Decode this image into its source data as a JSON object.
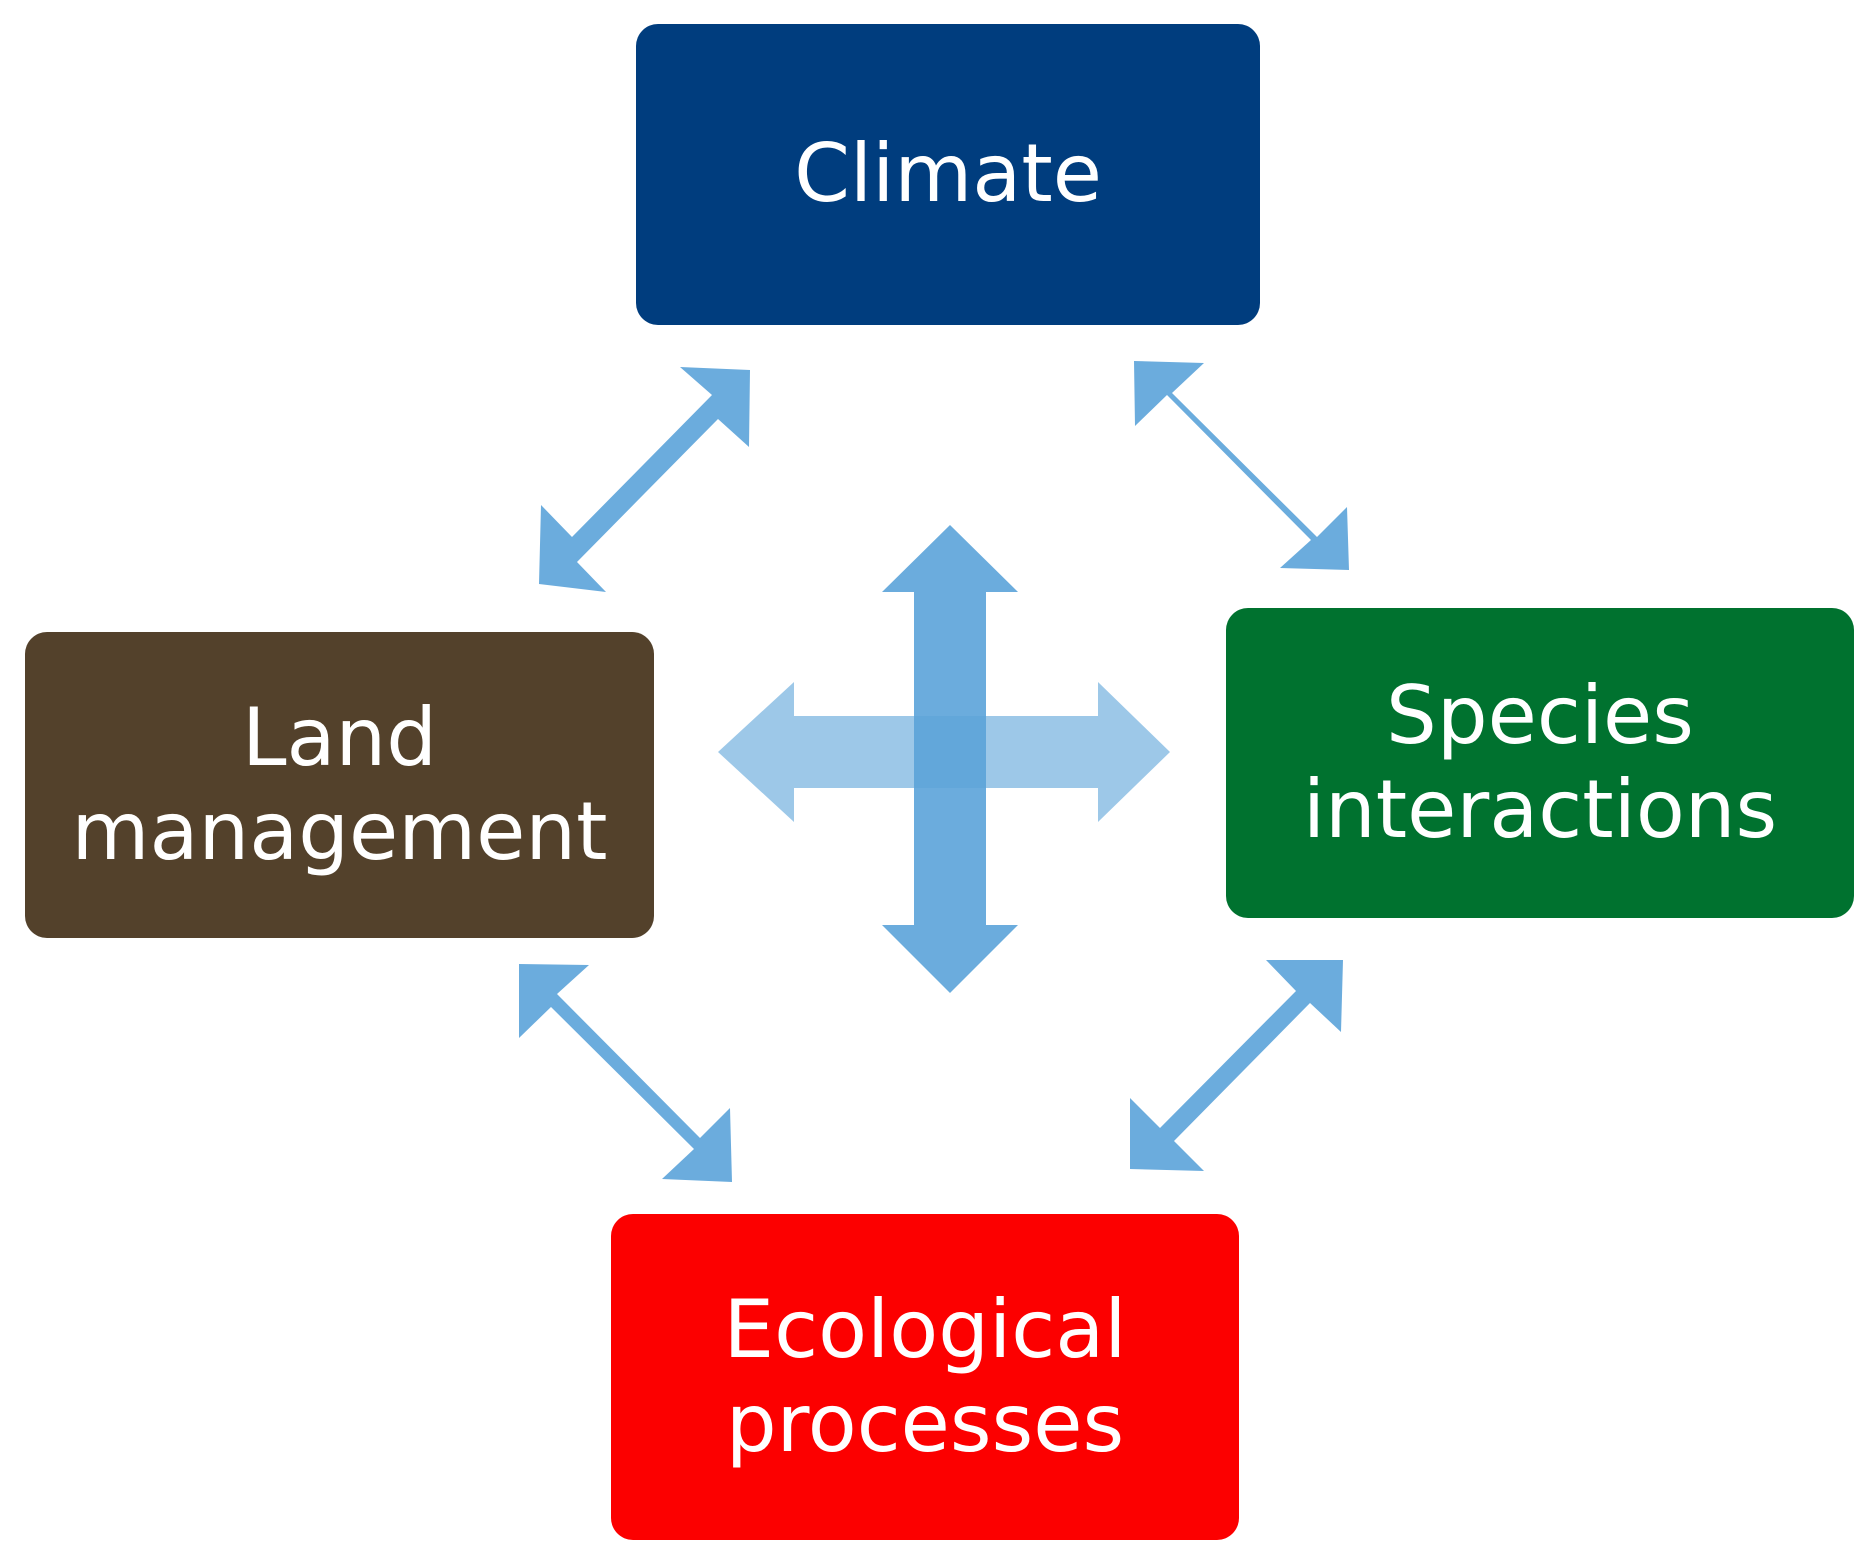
{
  "nodes": {
    "climate": {
      "label": "Climate",
      "color": "#003d7e"
    },
    "land": {
      "label_line1": "Land",
      "label_line2": "management",
      "color": "#53412b"
    },
    "species": {
      "label_line1": "Species",
      "label_line2": "interactions",
      "color": "#00722f"
    },
    "ecological": {
      "label_line1": "Ecological",
      "label_line2": "processes",
      "color": "#fc0000"
    }
  },
  "edges": [
    {
      "from": "climate",
      "to": "land",
      "direction": "both"
    },
    {
      "from": "climate",
      "to": "species",
      "direction": "both"
    },
    {
      "from": "land",
      "to": "ecological",
      "direction": "both"
    },
    {
      "from": "species",
      "to": "ecological",
      "direction": "both"
    },
    {
      "from": "climate",
      "to": "ecological",
      "direction": "both"
    },
    {
      "from": "land",
      "to": "species",
      "direction": "both"
    }
  ],
  "arrow_color": "#5ba3d9"
}
